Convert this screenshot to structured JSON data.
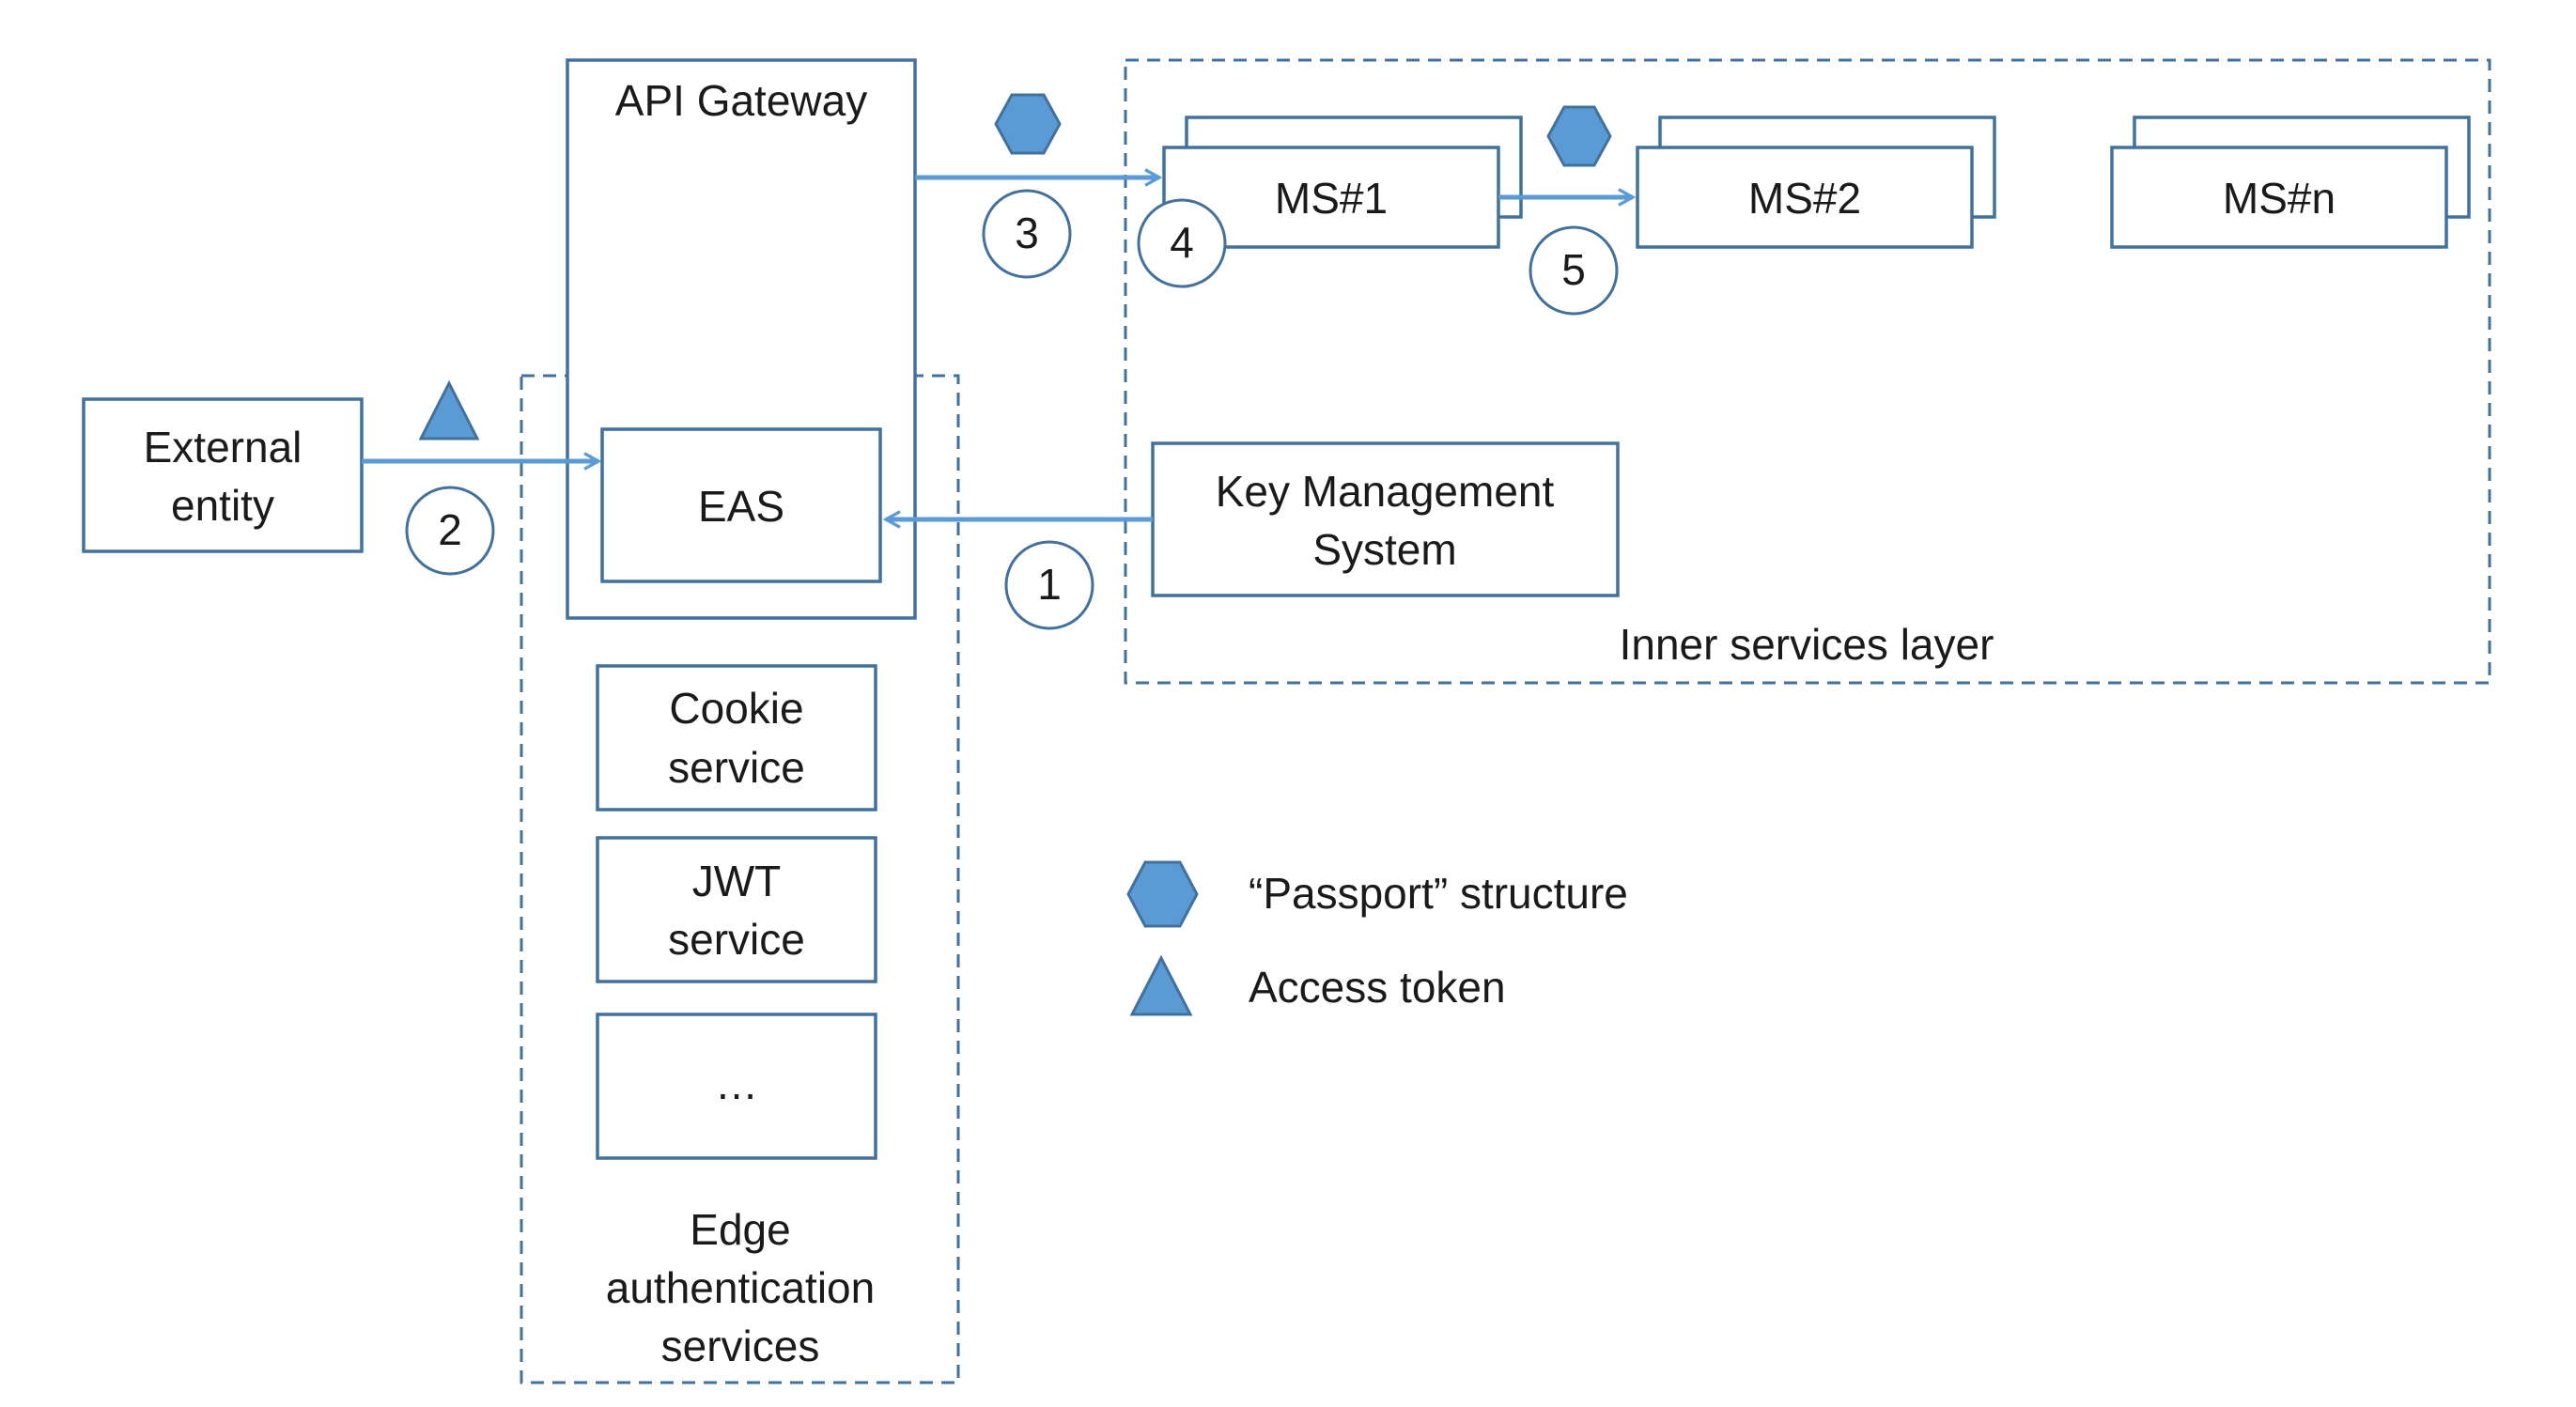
{
  "colors": {
    "box_stroke": "#41719c",
    "arrow": "#5b9bd5",
    "shape_fill": "#5b9bd5"
  },
  "api_gateway": {
    "label": "API Gateway"
  },
  "edge_group": {
    "label_lines": [
      "Edge",
      "authentication",
      "services"
    ]
  },
  "inner_group": {
    "label": "Inner services layer"
  },
  "external_entity": {
    "label_lines": [
      "External",
      "entity"
    ]
  },
  "eas": {
    "label": "EAS"
  },
  "key_management": {
    "label_lines": [
      "Key Management",
      "System"
    ]
  },
  "services": {
    "cookie": {
      "label_lines": [
        "Cookie",
        "service"
      ]
    },
    "jwt": {
      "label_lines": [
        "JWT",
        "service"
      ]
    },
    "more": {
      "label": "…"
    }
  },
  "microservices": [
    {
      "label": "MS#1"
    },
    {
      "label": "MS#2"
    },
    {
      "label": "MS#n"
    }
  ],
  "steps": [
    "1",
    "2",
    "3",
    "4",
    "5"
  ],
  "legend": {
    "passport": {
      "icon": "hexagon-icon",
      "label": "“Passport” structure"
    },
    "token": {
      "icon": "triangle-icon",
      "label": "Access token"
    }
  }
}
